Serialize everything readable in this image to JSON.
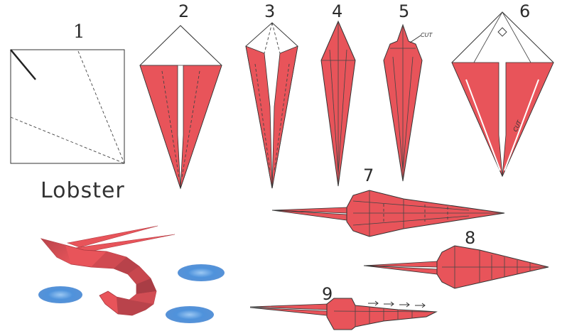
{
  "title": "Lobster",
  "steps": [
    {
      "number": "1"
    },
    {
      "number": "2"
    },
    {
      "number": "3"
    },
    {
      "number": "4"
    },
    {
      "number": "5",
      "note": "CUT"
    },
    {
      "number": "6",
      "note": "CUT"
    },
    {
      "number": "7"
    },
    {
      "number": "8"
    },
    {
      "number": "9"
    }
  ],
  "colors": {
    "paper": "#e8545a",
    "paper_shade": "#c9444b",
    "line": "#333333",
    "water": "#3d86d6",
    "water_light": "#7bb3ee"
  }
}
